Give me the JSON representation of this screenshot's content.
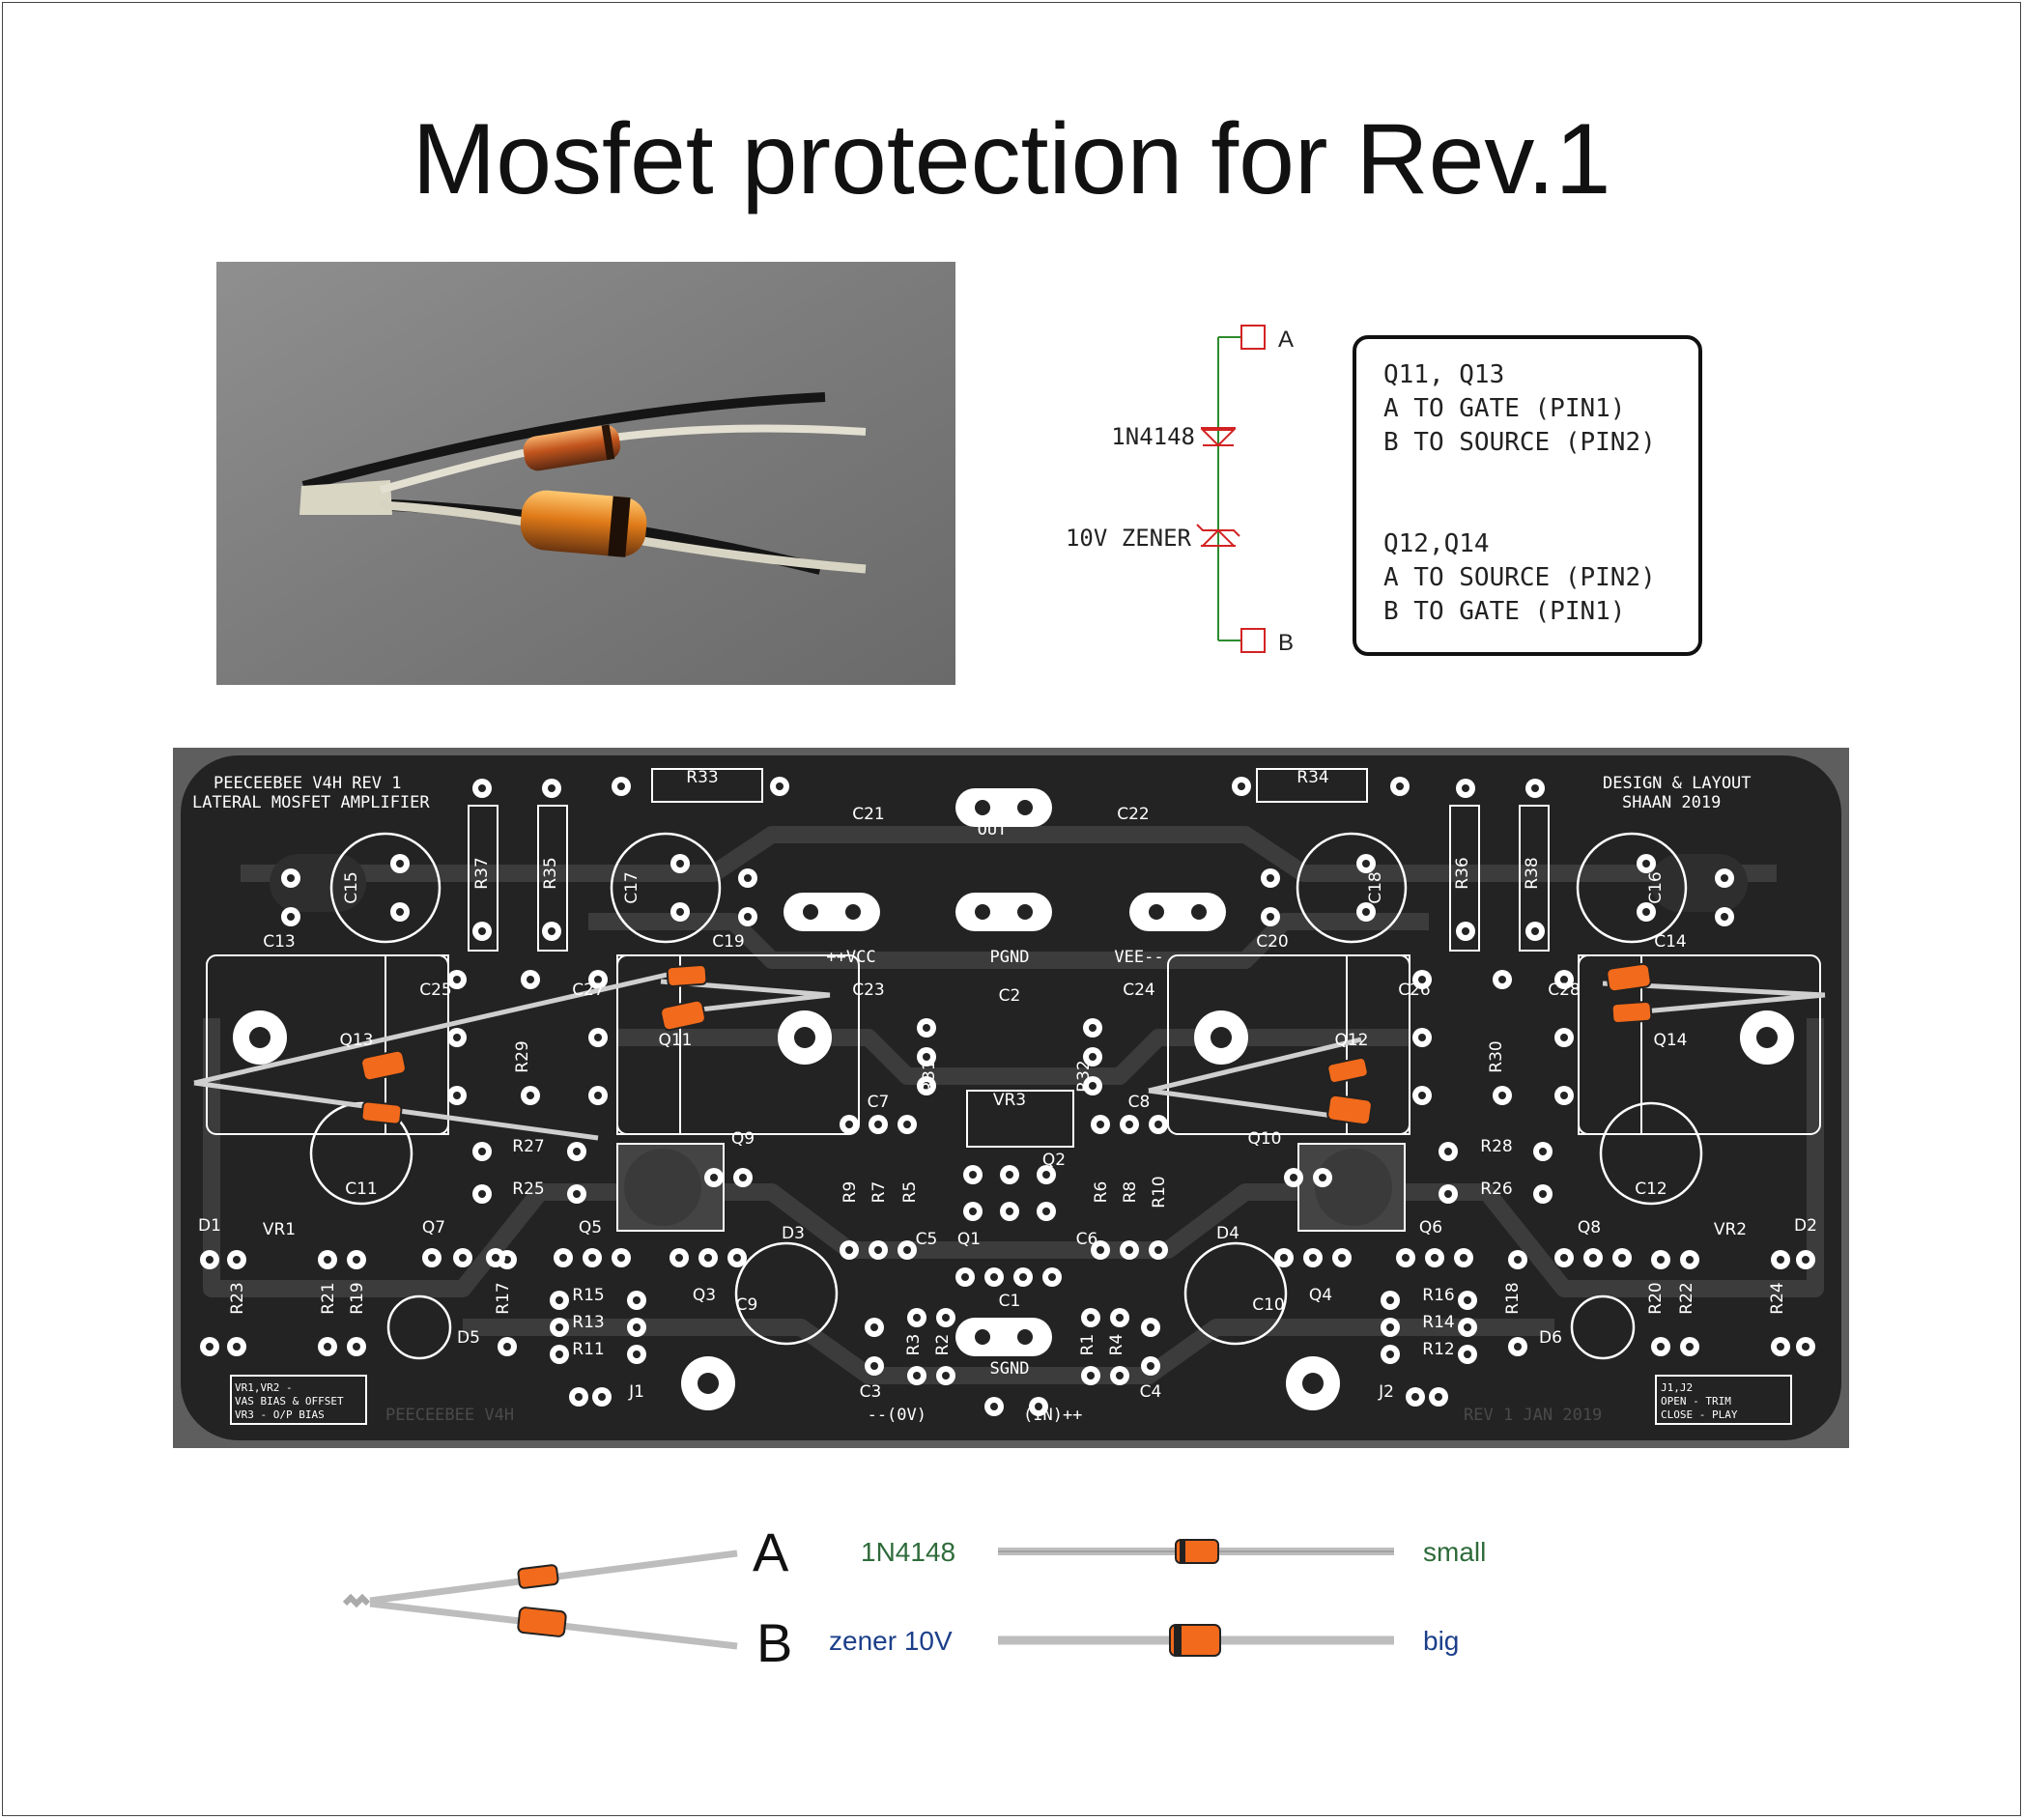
{
  "title": "Mosfet protection for Rev.1",
  "schematic": {
    "terminal_a": "A",
    "terminal_b": "B",
    "diode_label": "1N4148",
    "zener_label": "10V ZENER"
  },
  "notes": {
    "group1_title": "Q11, Q13",
    "group1_line1": "A TO GATE (PIN1)",
    "group1_line2": "B TO SOURCE (PIN2)",
    "group2_title": "Q12,Q14",
    "group2_line1": "A TO SOURCE (PIN2)",
    "group2_line2": "B TO GATE (PIN1)"
  },
  "pcb": {
    "header_left_1": "PEECEEBEE V4H REV 1",
    "header_left_2": "LATERAL MOSFET AMPLIFIER",
    "header_right_1": "DESIGN & LAYOUT",
    "header_right_2": "SHAAN 2019",
    "out_label": "OUT",
    "pgnd_label": "PGND",
    "vcc_label": "++VCC",
    "vee_label": "VEE--",
    "sgnd_label": "SGND",
    "input_label_left": "--(0V)",
    "input_label_right": "(IN)++",
    "footer_left": "PEECEEBEE V4H",
    "footer_right": "REV 1 JAN 2019",
    "note_vr_1": "VR1,VR2 -",
    "note_vr_2": "VAS BIAS & OFFSET",
    "note_vr_3": "VR3 - O/P BIAS",
    "note_j_1": "J1,J2",
    "note_j_2": "OPEN - TRIM",
    "note_j_3": "CLOSE - PLAY",
    "labels": [
      "R33",
      "R34",
      "C21",
      "C22",
      "R37",
      "R35",
      "R36",
      "R38",
      "C15",
      "C17",
      "C18",
      "C16",
      "C13",
      "C19",
      "C20",
      "C14",
      "C23",
      "C24",
      "C2",
      "C25",
      "C27",
      "C26",
      "C28",
      "R29",
      "R30",
      "Q13",
      "Q11",
      "Q12",
      "Q14",
      "R31",
      "R32",
      "VR3",
      "C7",
      "C8",
      "C11",
      "C12",
      "R27",
      "R28",
      "R25",
      "R26",
      "Q9",
      "Q10",
      "Q2",
      "R9",
      "R7",
      "R5",
      "R6",
      "R8",
      "R10",
      "D3",
      "D4",
      "C5",
      "C6",
      "Q1",
      "D1",
      "D2",
      "VR1",
      "VR2",
      "Q7",
      "Q8",
      "Q5",
      "Q6",
      "Q3",
      "Q4",
      "R23",
      "R21",
      "R19",
      "R17",
      "R15",
      "R13",
      "R11",
      "R16",
      "R14",
      "R12",
      "R18",
      "R20",
      "R22",
      "R24",
      "D5",
      "D6",
      "C9",
      "C10",
      "C1",
      "C3",
      "C4",
      "R3",
      "R2",
      "R1",
      "R4",
      "J1",
      "J2"
    ]
  },
  "legend": {
    "a_label": "A",
    "b_label": "B",
    "diode_name": "1N4148",
    "zener_name": "zener 10V",
    "small_label": "small",
    "big_label": "big"
  },
  "colors": {
    "schematic_wire": "#2e8b2e",
    "schematic_part": "#d32222",
    "diode_body": "#f26a1b",
    "pcb_board": "#232323",
    "pcb_silk": "#ffffff",
    "legend_green": "#2e6b3a",
    "legend_blue": "#1c3f8a"
  }
}
